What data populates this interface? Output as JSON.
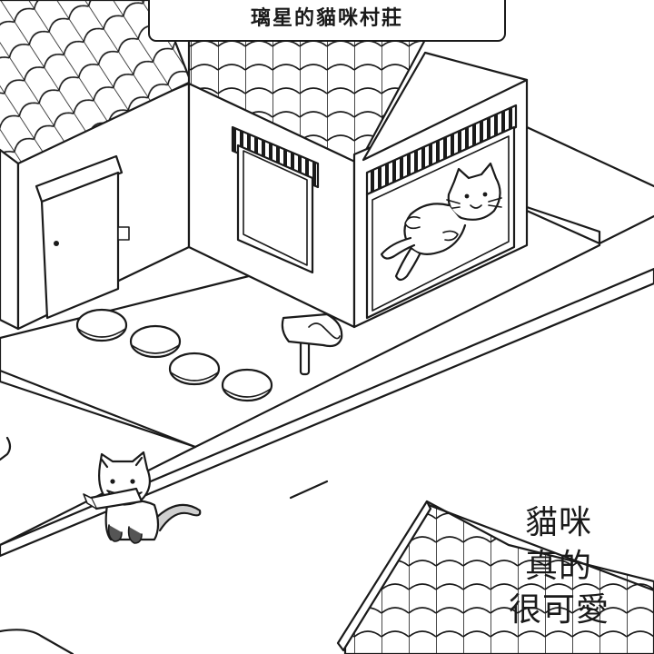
{
  "title": "璃星的貓咪村莊",
  "caption": {
    "line1": "貓咪",
    "line2": "真的",
    "line3": "很可愛"
  },
  "palette": {
    "ink": "#1a1a1a",
    "paper": "#ffffff",
    "cat_gray": "#9a9a9a",
    "cat_dark": "#555555"
  }
}
